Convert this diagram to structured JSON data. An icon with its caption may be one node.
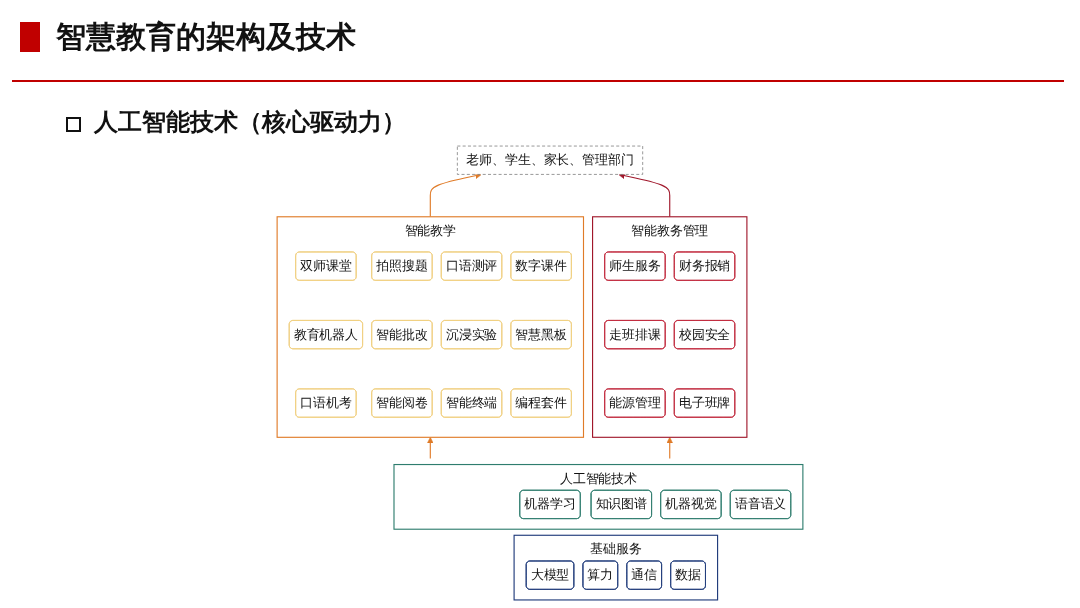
{
  "diagram": {
    "title": "智慧教育的架构及技术",
    "nodes": [
      {
        "text": [
          "老师、学生、家长、管理部门"
        ]
      },
      {
        "text": [
          "智能教学"
        ]
      },
      {
        "text": [
          "双师课堂"
        ],
        "in": 1
      },
      {
        "text": [
          "拍照搜题"
        ],
        "in": 1
      },
      {
        "text": [
          "口语测评"
        ],
        "in": 1
      },
      {
        "text": [
          "数字课件"
        ],
        "in": 1
      },
      {
        "text": [
          "教育机器人"
        ],
        "in": 1
      },
      {
        "text": [
          "智能批改"
        ],
        "in": 1
      },
      {
        "text": [
          "沉浸实验"
        ],
        "in": 1
      },
      {
        "text": [
          "智慧黑板"
        ],
        "in": 1
      },
      {
        "text": [
          "口语机考"
        ],
        "in": 1
      },
      {
        "text": [
          "智能阅卷"
        ],
        "in": 1
      },
      {
        "text": [
          "智能终端"
        ],
        "in": 1
      },
      {
        "text": [
          "编程套件"
        ],
        "in": 1
      },
      {
        "text": [
          "智能教务管理"
        ]
      },
      {
        "text": [
          "师生服务"
        ],
        "in": 14
      },
      {
        "text": [
          "财务报销"
        ],
        "in": 14
      },
      {
        "text": [
          "走班排课"
        ],
        "in": 14
      },
      {
        "text": [
          "校园安全"
        ],
        "in": 14
      },
      {
        "text": [
          "能源管理"
        ],
        "in": 14
      },
      {
        "text": [
          "电子班牌"
        ],
        "in": 14
      },
      {
        "text": [
          "人工智能技术"
        ]
      },
      {
        "text": [
          "机器学习"
        ],
        "in": 21
      },
      {
        "text": [
          "知识图谱"
        ],
        "in": 21
      },
      {
        "text": [
          "机器视觉"
        ],
        "in": 21
      },
      {
        "text": [
          "语音语义"
        ],
        "in": 21
      },
      {
        "text": [
          "基础服务"
        ]
      },
      {
        "text": [
          "大模型"
        ],
        "in": 26
      },
      {
        "text": [
          "算力"
        ],
        "in": 26
      },
      {
        "text": [
          "通信"
        ],
        "in": 26
      },
      {
        "text": [
          "数据"
        ],
        "in": 26
      }
    ],
    "edges": [
      {
        "from": 1,
        "to": 0,
        "arrow": "to"
      },
      {
        "from": 14,
        "to": 0,
        "arrow": "to",
        "color": "#a0172b"
      },
      {
        "from": 21,
        "to": 1,
        "arrow": "to"
      },
      {
        "from": 21,
        "to": 14,
        "arrow": "to"
      }
    ],
    "labels": [
      "人工智能技术（核心驱动力）"
    ]
  }
}
